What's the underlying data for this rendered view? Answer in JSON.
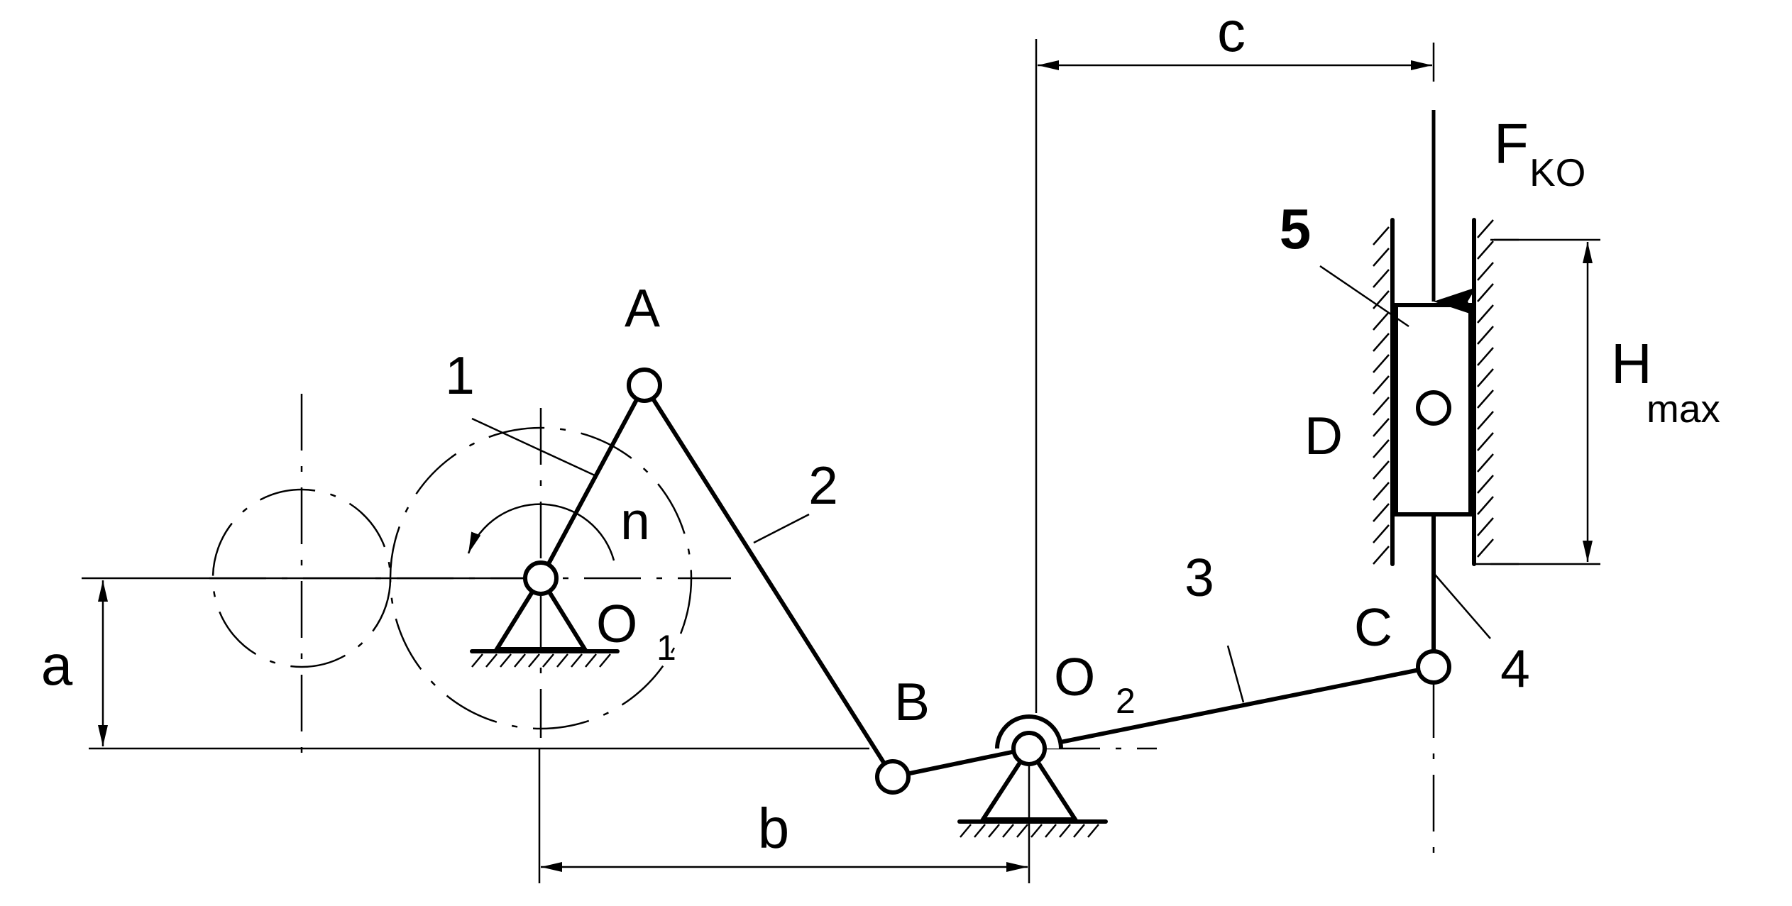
{
  "diagram": {
    "labels": {
      "A": "A",
      "B": "B",
      "C": "C",
      "D": "D",
      "O1_main": "O",
      "O1_sub": "1",
      "O2_main": "O",
      "O2_sub": "2",
      "F_main": "F",
      "F_sub": "KO",
      "H_main": "H",
      "H_sub": "max",
      "n": "n",
      "a": "a",
      "b": "b",
      "c": "c",
      "link1": "1",
      "link2": "2",
      "link3": "3",
      "link4": "4",
      "link5": "5"
    }
  }
}
